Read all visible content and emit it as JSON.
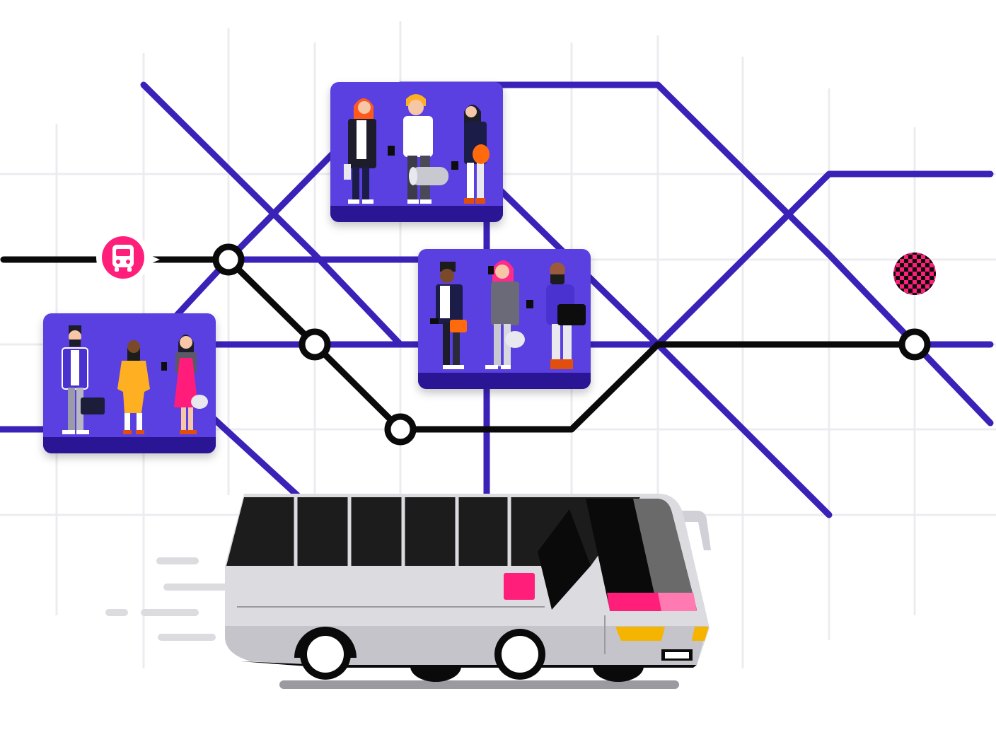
{
  "scene": {
    "subject": "transit-map-with-coach-bus",
    "colors": {
      "background": "#ffffff",
      "grid": "#ececf0",
      "route_purple": "#3a22b8",
      "route_black": "#0a0a0a",
      "card_purple": "#5a3fe0",
      "card_footer": "#2b1594",
      "accent_pink": "#ff1f7a",
      "bus_body": "#dcdce0",
      "bus_window": "#1c1c1c",
      "headlight_yellow": "#f5b400",
      "skin_light": "#f6c6a6",
      "skin_dark": "#7a4a2a"
    },
    "icons": {
      "bus_stop_marker": "bus-icon",
      "destination_marker": "checkered-flag-icon"
    },
    "passenger_groups": [
      {
        "name": "group-left",
        "count": 3
      },
      {
        "name": "group-top",
        "count": 3
      },
      {
        "name": "group-middle",
        "count": 3
      }
    ]
  }
}
